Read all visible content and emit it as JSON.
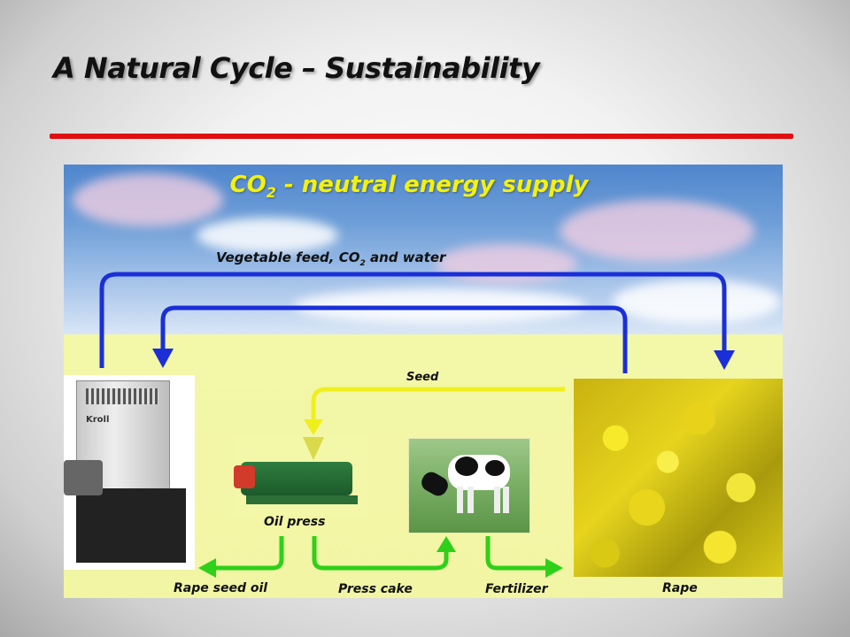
{
  "slide": {
    "title": "A Natural Cycle – Sustainability"
  },
  "diagram": {
    "heading_main": "CO",
    "heading_sub": "2",
    "heading_rest": " - neutral energy supply",
    "labels": {
      "vegetable_feed_main": "Vegetable feed, CO",
      "vegetable_feed_sub": "2",
      "vegetable_feed_rest": " and water",
      "seed": "Seed",
      "oil_press": "Oil press",
      "rape_seed_oil": "Rape seed oil",
      "press_cake": "Press cake",
      "fertilizer": "Fertilizer",
      "rape": "Rape"
    },
    "heater_brand": "Kroll",
    "colors": {
      "accent_red": "#e01010",
      "heading_yellow": "#f4f10c",
      "blue_arrow": "#1a2fd8",
      "yellow_arrow": "#f0ef1e",
      "green_arrow": "#2fd01a"
    },
    "icons": [
      "heater-icon",
      "oil-press-icon",
      "cow-icon",
      "rape-field-icon"
    ]
  }
}
